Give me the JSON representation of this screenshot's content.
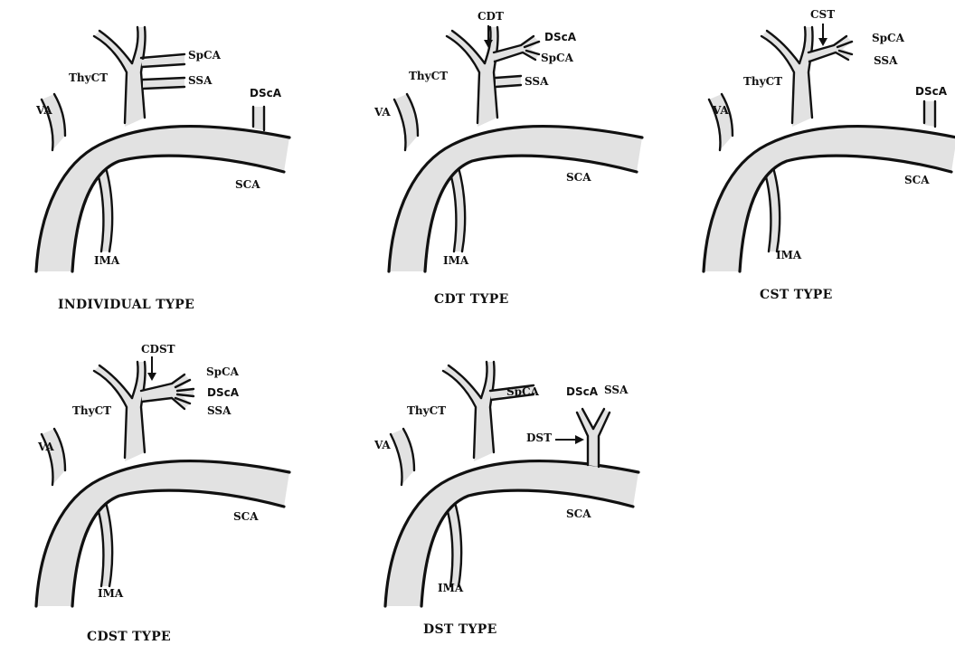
{
  "panels": [
    {
      "key": "individual",
      "caption": "INDIVIDUAL TYPE",
      "labels": {
        "vertebral": "VA",
        "thyrocervical": "ThyCT",
        "suprascapular_top": "SpCA",
        "superficial": "SSA",
        "dorsal_scapular": "DScA",
        "subclavian": "SCA",
        "internal_mammary": "IMA"
      }
    },
    {
      "key": "cdt",
      "caption": "CDT TYPE",
      "labels": {
        "trunk": "CDT",
        "dorsal_scapular": "DScA",
        "suprascapular_top": "SpCA",
        "superficial": "SSA",
        "thyrocervical": "ThyCT",
        "vertebral": "VA",
        "subclavian": "SCA",
        "internal_mammary": "IMA"
      }
    },
    {
      "key": "cst",
      "caption": "CST TYPE",
      "labels": {
        "trunk": "CST",
        "suprascapular_top": "SpCA",
        "superficial": "SSA",
        "thyrocervical": "ThyCT",
        "dorsal_scapular": "DScA",
        "vertebral": "VA",
        "subclavian": "SCA",
        "internal_mammary": "IMA"
      }
    },
    {
      "key": "cdst",
      "caption": "CDST TYPE",
      "labels": {
        "trunk": "CDST",
        "suprascapular_top": "SpCA",
        "dorsal_scapular": "DScA",
        "superficial": "SSA",
        "thyrocervical": "ThyCT",
        "vertebral": "VA",
        "subclavian": "SCA",
        "internal_mammary": "IMA"
      }
    },
    {
      "key": "dst",
      "caption": "DST TYPE",
      "labels": {
        "suprascapular_top": "SpCA",
        "dorsal_scapular": "DScA",
        "superficial": "SSA",
        "thyrocervical": "ThyCT",
        "trunk": "DST",
        "vertebral": "VA",
        "subclavian": "SCA",
        "internal_mammary": "IMA"
      }
    }
  ]
}
